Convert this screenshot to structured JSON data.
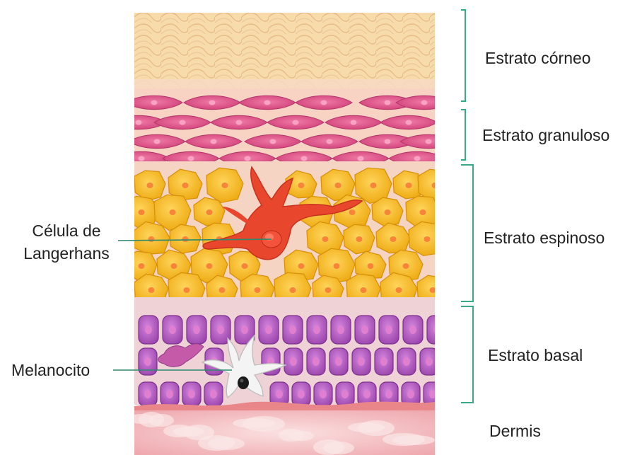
{
  "layers": [
    {
      "id": "corneo",
      "label": "Estrato córneo",
      "color": "#f6d9a4"
    },
    {
      "id": "granuloso",
      "label": "Estrato granuloso",
      "color": "#de4f86"
    },
    {
      "id": "espinoso",
      "label": "Estrato espinoso",
      "color": "#f2b51d"
    },
    {
      "id": "basal",
      "label": "Estrato basal",
      "color": "#b45ec4"
    },
    {
      "id": "dermis",
      "label": "Dermis",
      "color": "#f1b9bd"
    }
  ],
  "cells": {
    "langerhans": {
      "label_line1": "Célula de",
      "label_line2": "Langerhans",
      "color": "#e84b32"
    },
    "melanocito": {
      "label": "Melanocito",
      "color": "#f4f4f4"
    }
  },
  "colors": {
    "bracket": "#39a987",
    "leader": "#2b8a6e",
    "text": "#222222"
  }
}
